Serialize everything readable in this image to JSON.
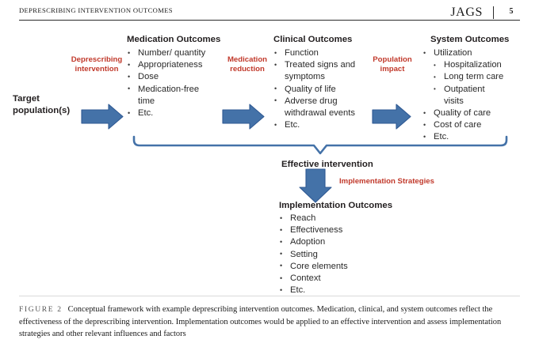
{
  "header": {
    "running_head": "DEPRESCRIBING INTERVENTION OUTCOMES",
    "journal": "JAGS",
    "page_number": "5"
  },
  "colors": {
    "arrow_fill": "#4472a8",
    "arrow_stroke": "#2f5993",
    "bracket": "#4472a8",
    "accent_red": "#c1392b",
    "text": "#231f20"
  },
  "figure": {
    "source_node": {
      "label_line1": "Target",
      "label_line2": "population(s)"
    },
    "flow_labels": [
      {
        "name": "deprescribing-intervention",
        "line1": "Deprescribing",
        "line2": "intervention"
      },
      {
        "name": "medication-reduction",
        "line1": "Medication",
        "line2": "reduction"
      },
      {
        "name": "population-impact",
        "line1": "Population",
        "line2": "impact"
      },
      {
        "name": "implementation-strategies",
        "line1": "Implementation Strategies",
        "line2": ""
      }
    ],
    "columns": [
      {
        "name": "medication-outcomes",
        "heading": "Medication Outcomes",
        "items": [
          {
            "text": "Number/ quantity",
            "level": 1
          },
          {
            "text": "Appropriateness",
            "level": 1
          },
          {
            "text": "Dose",
            "level": 1
          },
          {
            "text": "Medication-free",
            "level": 1
          },
          {
            "text": "time",
            "level": 1,
            "continuation": true
          },
          {
            "text": "Etc.",
            "level": 1
          }
        ]
      },
      {
        "name": "clinical-outcomes",
        "heading": "Clinical Outcomes",
        "items": [
          {
            "text": "Function",
            "level": 1
          },
          {
            "text": "Treated signs and",
            "level": 1
          },
          {
            "text": "symptoms",
            "level": 1,
            "continuation": true
          },
          {
            "text": "Quality of life",
            "level": 1
          },
          {
            "text": "Adverse drug",
            "level": 1
          },
          {
            "text": "withdrawal events",
            "level": 1,
            "continuation": true
          },
          {
            "text": "Etc.",
            "level": 1
          }
        ]
      },
      {
        "name": "system-outcomes",
        "heading": "System Outcomes",
        "items": [
          {
            "text": "Utilization",
            "level": 1
          },
          {
            "text": "Hospitalization",
            "level": 2
          },
          {
            "text": "Long term care",
            "level": 2
          },
          {
            "text": "Outpatient",
            "level": 2
          },
          {
            "text": "visits",
            "level": 2,
            "continuation": true
          },
          {
            "text": "Quality of care",
            "level": 1
          },
          {
            "text": "Cost of care",
            "level": 1
          },
          {
            "text": "Etc.",
            "level": 1
          }
        ]
      }
    ],
    "effective_intervention": {
      "label": "Effective intervention"
    },
    "implementation": {
      "heading": "Implementation Outcomes",
      "items": [
        {
          "text": "Reach",
          "level": 1
        },
        {
          "text": "Effectiveness",
          "level": 1
        },
        {
          "text": "Adoption",
          "level": 1
        },
        {
          "text": "Setting",
          "level": 1
        },
        {
          "text": "Core elements",
          "level": 1
        },
        {
          "text": "Context",
          "level": 1
        },
        {
          "text": "Etc.",
          "level": 1
        }
      ]
    }
  },
  "caption": {
    "label": "FIGURE 2",
    "text": "Conceptual framework with example deprescribing intervention outcomes. Medication, clinical, and system outcomes reflect the effectiveness of the deprescribing intervention. Implementation outcomes would be applied to an effective intervention and assess implementation strategies and other relevant influences and factors"
  }
}
